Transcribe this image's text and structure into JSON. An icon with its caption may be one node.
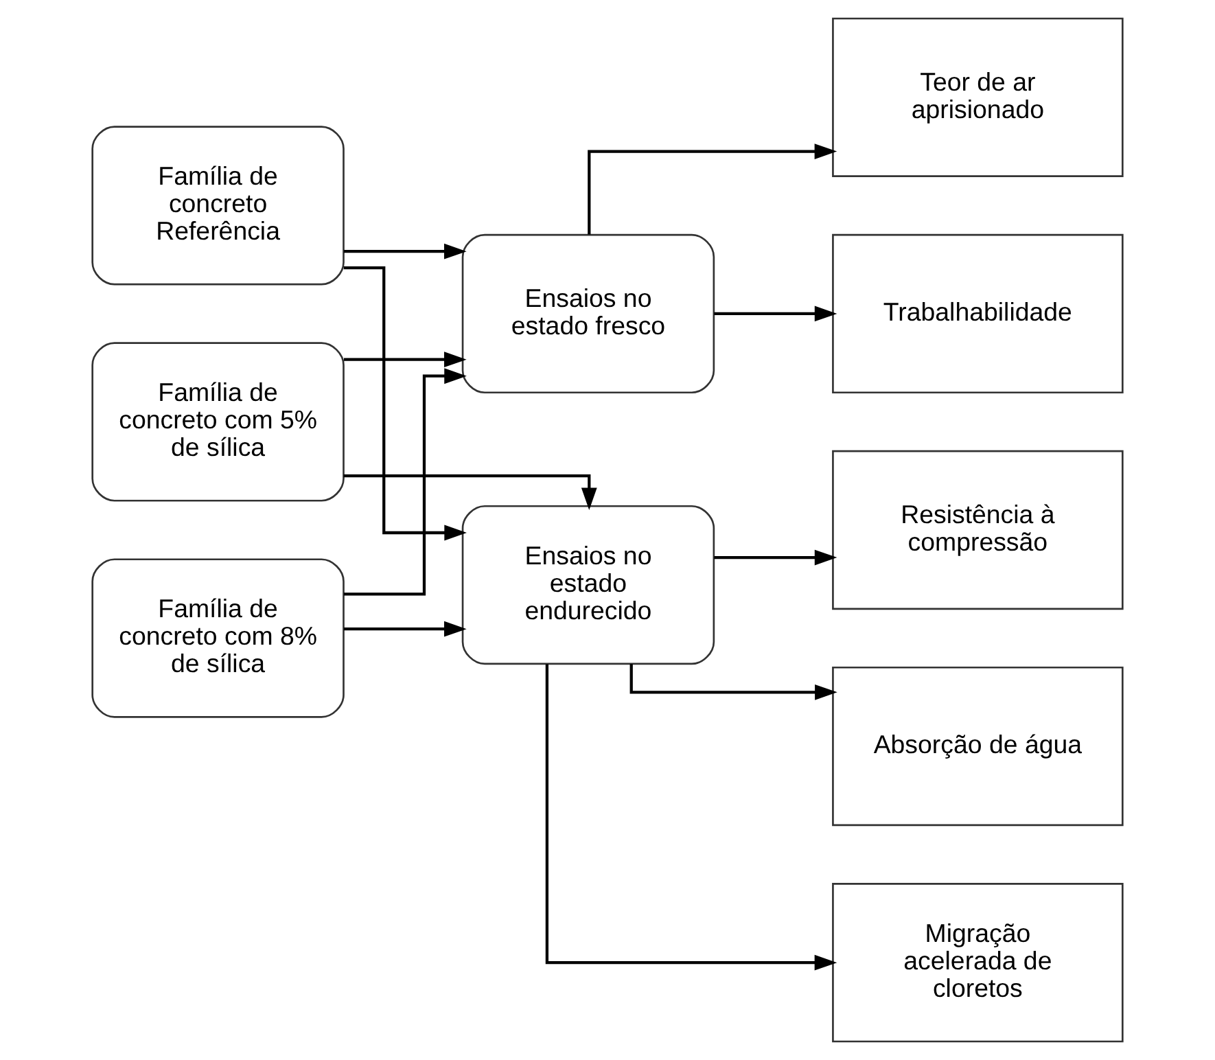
{
  "diagram": {
    "nodes": [
      {
        "text": [
          "Família de concreto Referência"
        ]
      },
      {
        "text": [
          "Família de concreto com 5% de sílica"
        ]
      },
      {
        "text": [
          "Família de concreto com 8% de sílica"
        ]
      },
      {
        "text": [
          "Ensaios no estado fresco"
        ]
      },
      {
        "text": [
          "Ensaios no estado endurecido"
        ]
      },
      {
        "text": [
          "Trabalhabilidade"
        ]
      },
      {
        "text": [
          "Teor de ar aprisionado"
        ]
      },
      {
        "text": [
          "Resistência à compressão"
        ]
      },
      {
        "text": [
          "Absorção de água"
        ]
      },
      {
        "text": [
          "Migração acelerada de cloretos"
        ]
      }
    ],
    "edges": [
      {
        "from": 0,
        "to": 3,
        "arrow": "to"
      },
      {
        "from": 1,
        "to": 3,
        "arrow": "to"
      },
      {
        "from": 2,
        "to": 3,
        "arrow": "to"
      },
      {
        "from": 0,
        "to": 4,
        "arrow": "to"
      },
      {
        "from": 1,
        "to": 4,
        "arrow": "to"
      },
      {
        "from": 2,
        "to": 4,
        "arrow": "to"
      },
      {
        "from": 3,
        "to": 5,
        "arrow": "to"
      },
      {
        "from": 3,
        "to": 6,
        "arrow": "to"
      },
      {
        "from": 4,
        "to": 7,
        "arrow": "to"
      },
      {
        "from": 4,
        "to": 8,
        "arrow": "to"
      },
      {
        "from": 4,
        "to": 9,
        "arrow": "to"
      }
    ]
  }
}
